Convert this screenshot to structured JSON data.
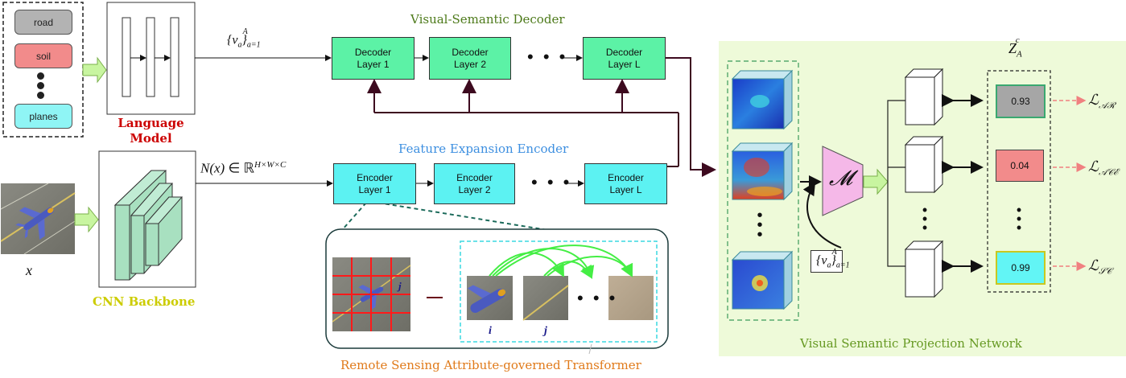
{
  "attributes": {
    "items": [
      {
        "label": "road",
        "color": "#b3b3b3"
      },
      {
        "label": "soil",
        "color": "#f28b8b"
      },
      {
        "label": "planes",
        "color": "#8ff5f5"
      }
    ]
  },
  "language_model": {
    "line1": "Language",
    "line2": "Model"
  },
  "embedding_label": "{v_a}_{a=1}^A",
  "decoder": {
    "title": "Visual-Semantic Decoder",
    "layers": [
      {
        "line1": "Decoder",
        "line2": "Layer 1"
      },
      {
        "line1": "Decoder",
        "line2": "Layer 2"
      },
      {
        "line1": "Decoder",
        "line2": "Layer L"
      }
    ]
  },
  "encoder": {
    "title": "Feature Expansion Encoder",
    "layers": [
      {
        "line1": "Encoder",
        "line2": "Layer 1"
      },
      {
        "line1": "Encoder",
        "line2": "Layer 2"
      },
      {
        "line1": "Encoder",
        "line2": "Layer L"
      }
    ]
  },
  "input_label": "x",
  "feature_label": "N(x) ∈ ℝ^{H×W×C}",
  "backbone_label": "CNN Backbone",
  "transformer": {
    "title": "Remote Sensing Attribute-governed Transformer",
    "patch_i": "i",
    "patch_j": "j"
  },
  "projection": {
    "title": "Visual Semantic Projection Network",
    "mapping_symbol": "𝓜",
    "embedding_label": "{v_a}_{a=1}^A",
    "z_label": "Z_A^c"
  },
  "scores": [
    {
      "value": "0.93",
      "color": "#a6a6a6"
    },
    {
      "value": "0.04",
      "color": "#f28b8b"
    },
    {
      "value": "0.99",
      "color": "#62f5f5"
    }
  ],
  "losses": [
    {
      "sub": "𝒜ℛ"
    },
    {
      "sub": "𝒜𝒞ℰ"
    },
    {
      "sub": "𝒮𝒞"
    }
  ],
  "colors": {
    "decoder_fill": "#5cf2a6",
    "encoder_fill": "#5cf2f2",
    "language_title": "#cc0000",
    "backbone_title": "#cccc00",
    "decoder_title": "#4d7a1a",
    "encoder_title": "#3d8fe0",
    "transformer_title": "#e07a1a",
    "projection_bg": "#eefad9",
    "projection_title": "#669922",
    "connector": "#3d0a1f",
    "loss_arrow": "#f08080"
  }
}
